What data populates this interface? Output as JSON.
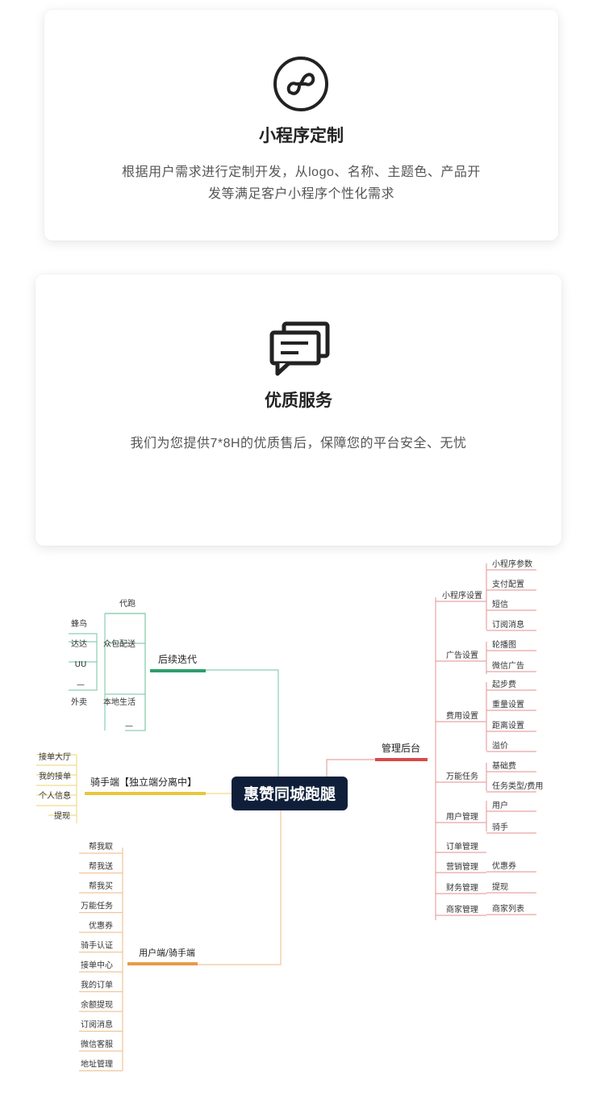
{
  "cards": [
    {
      "icon": "miniprogram-logo-icon",
      "title": "小程序定制",
      "desc_line1": "根据用户需求进行定制开发，从logo、名称、主题色、产品开",
      "desc_line2": "发等满足客户小程序个性化需求"
    },
    {
      "icon": "chat-bubbles-icon",
      "title": "优质服务",
      "desc_line1": "我们为您提供7*8H的优质售后，保障您的平台安全、无忧"
    }
  ],
  "mindmap": {
    "center": "惠赞同城跑腿",
    "branches": {
      "iteration": {
        "label": "后续迭代",
        "color": "#2e9e6b",
        "sub": {
          "daipao": "代跑",
          "crowd": "众包配送",
          "local": "本地生活",
          "dash": "—"
        },
        "crowd_items": [
          "蜂鸟",
          "达达",
          "UU",
          "—"
        ],
        "local_items": [
          "外卖"
        ]
      },
      "rider": {
        "label": "骑手端【独立端分离中】",
        "color": "#e8c63a",
        "items": [
          "接单大厅",
          "我的接单",
          "个人信息",
          "提现"
        ]
      },
      "user_rider": {
        "label": "用户端/骑手端",
        "color": "#e89a4a",
        "items": [
          "帮我取",
          "帮我送",
          "帮我买",
          "万能任务",
          "优惠券",
          "骑手认证",
          "接单中心",
          "我的订单",
          "余额提现",
          "订阅消息",
          "微信客服",
          "地址管理"
        ]
      },
      "admin": {
        "label": "管理后台",
        "color": "#d84a4a",
        "groups": [
          {
            "name": "小程序设置",
            "items": [
              "小程序参数",
              "支付配置",
              "短信",
              "订阅消息"
            ]
          },
          {
            "name": "广告设置",
            "items": [
              "轮播图",
              "微信广告"
            ]
          },
          {
            "name": "费用设置",
            "items": [
              "起步费",
              "重量设置",
              "距离设置",
              "溢价"
            ]
          },
          {
            "name": "万能任务",
            "items": [
              "基础费",
              "任务类型/费用"
            ]
          },
          {
            "name": "用户管理",
            "items": [
              "用户",
              "骑手"
            ]
          },
          {
            "name": "订单管理",
            "items": []
          },
          {
            "name": "营销管理",
            "items": [
              "优惠券"
            ]
          },
          {
            "name": "财务管理",
            "items": [
              "提现"
            ]
          },
          {
            "name": "商家管理",
            "items": [
              "商家列表"
            ]
          }
        ]
      }
    }
  }
}
